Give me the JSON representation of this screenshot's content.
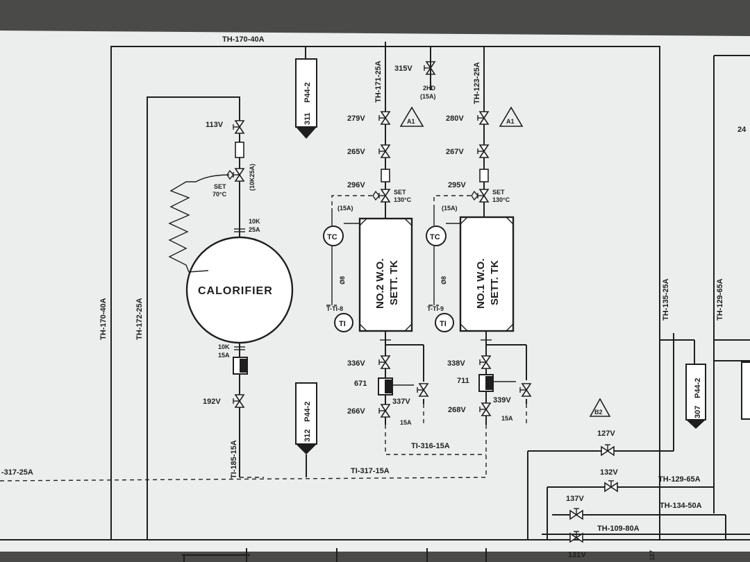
{
  "lines": {
    "th_170_40a_top": "TH-170-40A",
    "th_170_40a_left": "TH-170-40A",
    "th_172_25a": "TH-172-25A",
    "th_171_25a": "TH-171-25A",
    "th_123_25a": "TH-123-25A",
    "th_135_25a": "TH-135-25A",
    "th_129_65a_vert": "TH-129-65A",
    "th_129_65a_horiz": "TH-129-65A",
    "th_134_50a": "TH-134-50A",
    "th_109_80a": "TH-109-80A",
    "ti_185_15a": "TI-185-15A",
    "ti_316_15a": "TI-316-15A",
    "ti_317_15a": "TI-317-15A",
    "ti_317_25a_left": "-317-25A"
  },
  "valves": {
    "v113": "113V",
    "v315": "315V",
    "v279": "279V",
    "v280": "280V",
    "v265": "265V",
    "v267": "267V",
    "v296": "296V",
    "v295": "295V",
    "v336": "336V",
    "v338": "338V",
    "v337": "337V",
    "v339": "339V",
    "v266": "266V",
    "v268": "268V",
    "v192": "192V",
    "v127": "127V",
    "v132": "132V",
    "v137": "137V",
    "v131": "131V"
  },
  "equipment": {
    "calorifier": "CALORIFIER",
    "tank2_line1": "NO.2 W.O.",
    "tank2_line2": "SETT. TK",
    "tank1_line1": "NO.1 W.O.",
    "tank1_line2": "SETT. TK"
  },
  "instruments": {
    "tc": "TC",
    "ti": "TI",
    "ti_8": "T-TI-8",
    "ti_9": "T-TI-9",
    "tc_size": "(15A)",
    "phi8": "Ø8",
    "set_70_a": "SET",
    "set_70_b": "70°C",
    "set_130_a": "SET",
    "set_130_b": "130°C"
  },
  "sizes": {
    "s10k_25a_a": "10K",
    "s10k_25a_b": "25A",
    "s10k_15a_a": "10K",
    "s10k_15a_b": "15A",
    "s15a": "15A",
    "s15a_paren": "(15A)",
    "s2hd_a": "2HD",
    "s2hd_b": "(15A)",
    "r_10k25a": "(10K25A)",
    "trap_671": "671",
    "trap_711": "711"
  },
  "tags": {
    "a1": "A1",
    "b2": "B2",
    "p44_2": "P44-2",
    "n311": "311",
    "n312": "312",
    "n307": "307",
    "n24": "24",
    "n127": "127"
  }
}
